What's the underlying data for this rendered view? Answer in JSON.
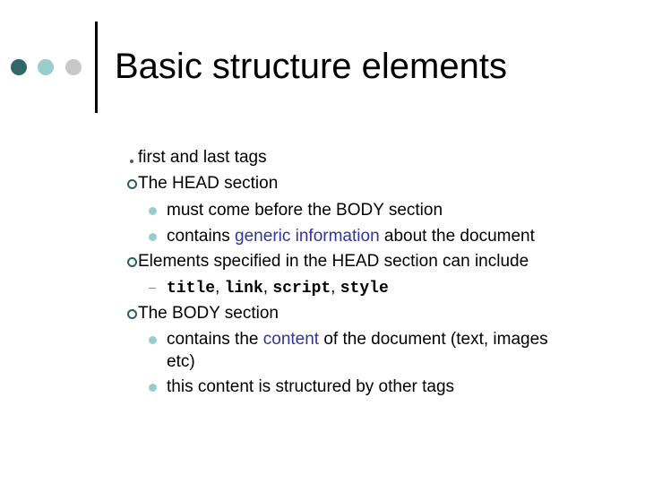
{
  "slide": {
    "title": "Basic structure elements",
    "decor": {
      "dots": [
        {
          "name": "dot-dark-teal",
          "color": "#336666"
        },
        {
          "name": "dot-light-teal",
          "color": "#99cccc"
        },
        {
          "name": "dot-gray",
          "color": "#c8c8c8"
        }
      ],
      "accent_color": "#333399"
    },
    "bullets": {
      "b1": "first and last tags",
      "b2": "The HEAD section",
      "b2_1": "must come before the BODY section",
      "b2_2_pre": "contains ",
      "b2_2_hl": "generic information",
      "b2_2_post": " about the document",
      "b3": "Elements specified in the HEAD section can  include",
      "b3_1": {
        "t1": "title",
        "s1": ", ",
        "t2": "link",
        "s2": ", ",
        "t3": "script",
        "s3": ", ",
        "t4": "style"
      },
      "b4": "The BODY section",
      "b4_1_pre": "contains the ",
      "b4_1_hl": "content",
      "b4_1_post": " of the document (text, images",
      "b4_1_cont": "etc)",
      "b4_2": "this content is structured by other tags"
    }
  }
}
